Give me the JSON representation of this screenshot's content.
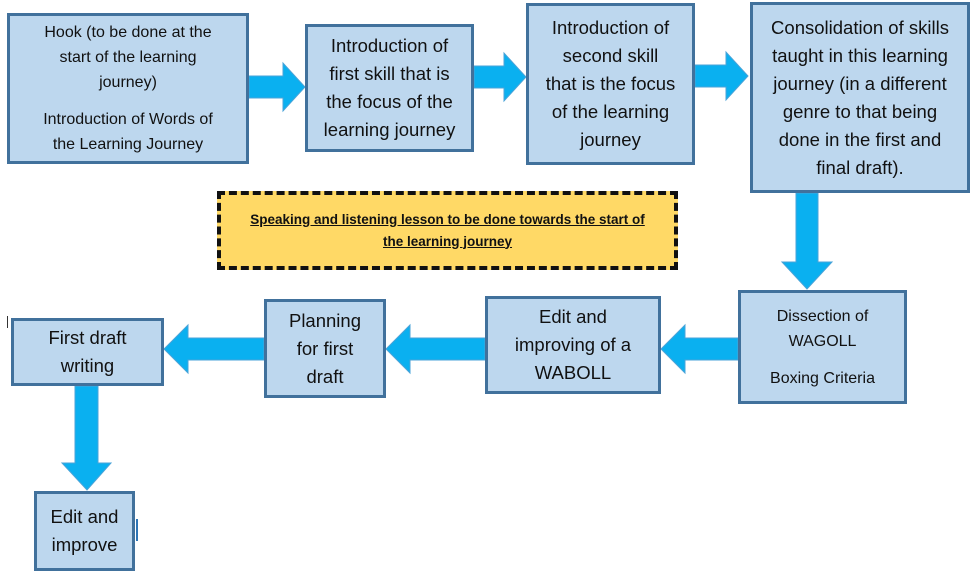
{
  "nodes": {
    "hook": {
      "lines": [
        "Hook (to be done at the",
        "start of the learning",
        "journey)"
      ],
      "lines2": [
        "Introduction of Words of",
        "the Learning Journey"
      ]
    },
    "first_skill": {
      "lines": [
        "Introduction of",
        "first skill that is",
        "the focus of the",
        "learning journey"
      ]
    },
    "second_skill": {
      "lines": [
        "Introduction of",
        "second skill",
        "that is the focus",
        "of the learning",
        "journey"
      ]
    },
    "consolidation": {
      "lines": [
        "Consolidation of skills",
        "taught in this learning",
        "journey (in a different",
        "genre to that being",
        "done in the first and",
        "final draft)."
      ]
    },
    "dissection": {
      "lines": [
        "Dissection of",
        "WAGOLL"
      ],
      "lines2": [
        "Boxing Criteria"
      ]
    },
    "edit_waboll": {
      "lines": [
        "Edit and",
        "improving of a",
        "WABOLL"
      ]
    },
    "planning": {
      "lines": [
        "Planning",
        "for first",
        "draft"
      ]
    },
    "first_draft": {
      "lines": [
        "First draft",
        "writing"
      ]
    },
    "edit_improve": {
      "lines": [
        "Edit and",
        "improve"
      ]
    }
  },
  "note": {
    "lines": [
      "Speaking and listening lesson to be done towards the start of",
      "the learning journey"
    ]
  },
  "colors": {
    "box_fill": "#bdd7ee",
    "box_border": "#41719c",
    "arrow": "#00b0f0",
    "note_fill": "#ffd966"
  }
}
